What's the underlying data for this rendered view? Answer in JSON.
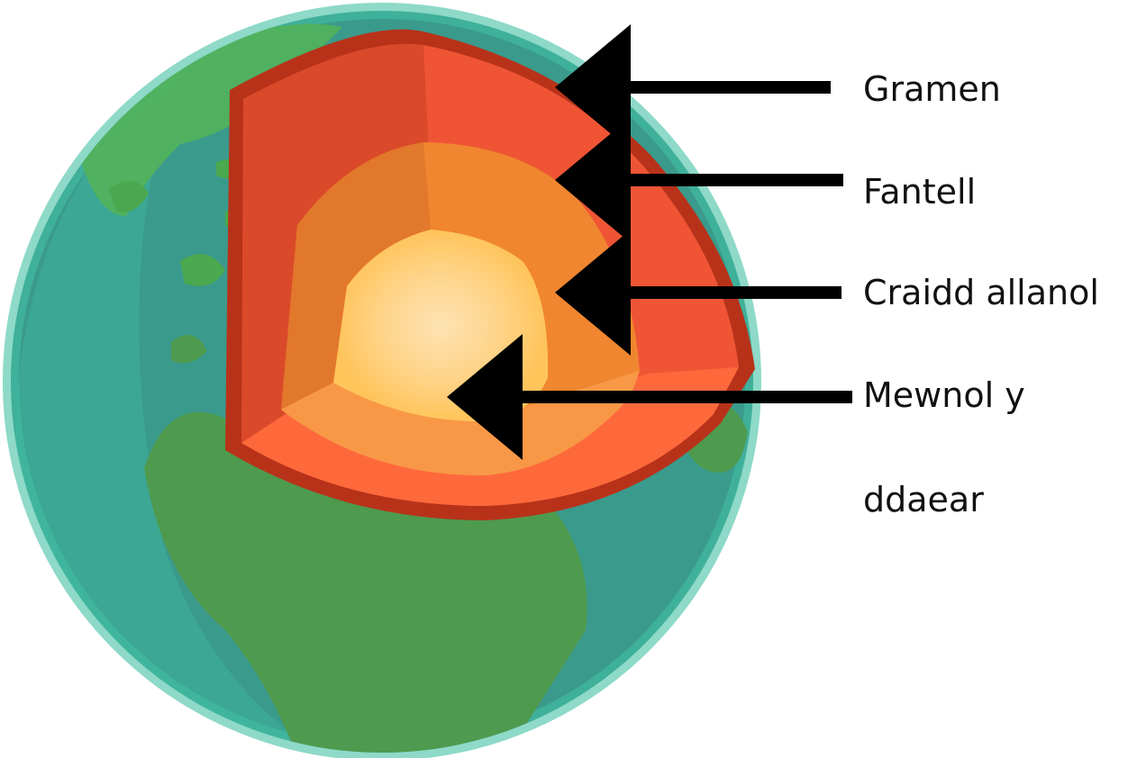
{
  "labels": {
    "crust": "Gramen",
    "mantle": "Fantell",
    "outer_core": "Craidd allanol",
    "inner_core_line1": "Mewnol y",
    "inner_core_line2": "ddaear"
  },
  "colors": {
    "ocean": "#3a9a8c",
    "land": "#4e9a4e",
    "crust": "#b8321a",
    "mantle": "#ef5535",
    "outer_core": "#f0862f",
    "inner_core": "#ffc45a",
    "arrow": "#000000"
  }
}
